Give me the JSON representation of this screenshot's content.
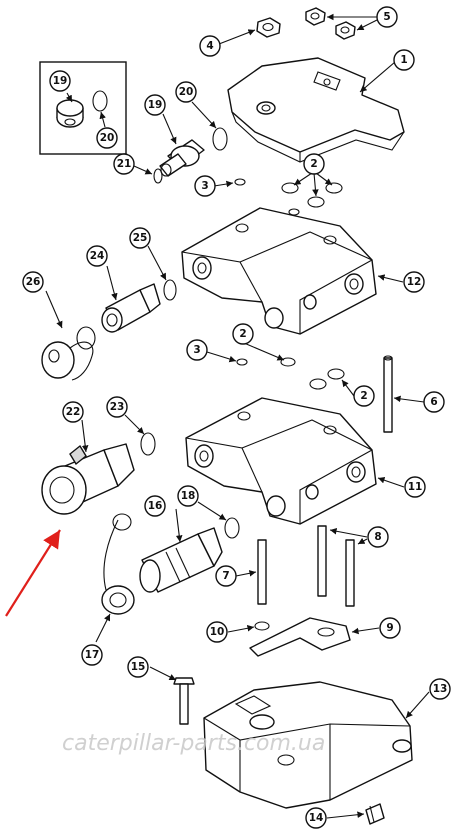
{
  "callouts": [
    "1",
    "2",
    "2",
    "2",
    "3",
    "3",
    "4",
    "5",
    "6",
    "7",
    "8",
    "9",
    "10",
    "11",
    "12",
    "13",
    "14",
    "15",
    "16",
    "17",
    "18",
    "19",
    "19",
    "20",
    "20",
    "21",
    "22",
    "23",
    "24",
    "25",
    "26"
  ],
  "watermark": "caterpillar-parts.com.ua",
  "colors": {
    "line": "#111111",
    "arrow": "#e0201b",
    "watermark": "#c8c8c8"
  }
}
